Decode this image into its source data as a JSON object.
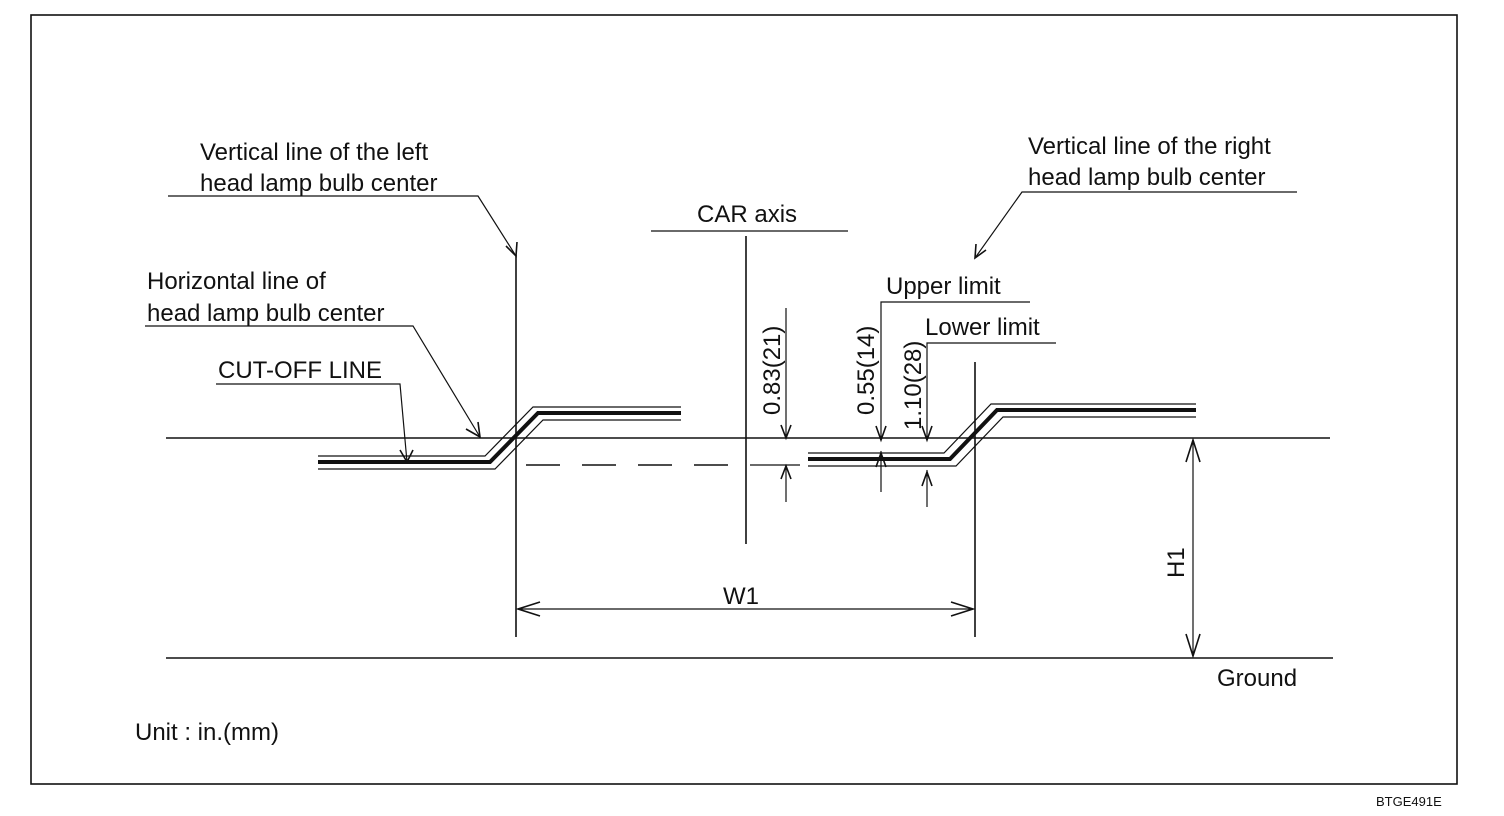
{
  "labels": {
    "left_vertical_line": [
      "Vertical line of the left",
      "head lamp bulb center"
    ],
    "right_vertical_line": [
      "Vertical line of the right",
      "head lamp bulb center"
    ],
    "car_axis": "CAR axis",
    "horizontal_line": [
      "Horizontal line of",
      "head lamp bulb center"
    ],
    "cut_off_line": "CUT-OFF LINE",
    "upper_limit": "Upper limit",
    "lower_limit": "Lower limit",
    "dim_center": "0.83(21)",
    "dim_upper": "0.55(14)",
    "dim_lower": "1.10(28)",
    "w1": "W1",
    "h1": "H1",
    "ground": "Ground",
    "unit": "Unit : in.(mm)"
  },
  "figure_code": "BTGE491E"
}
